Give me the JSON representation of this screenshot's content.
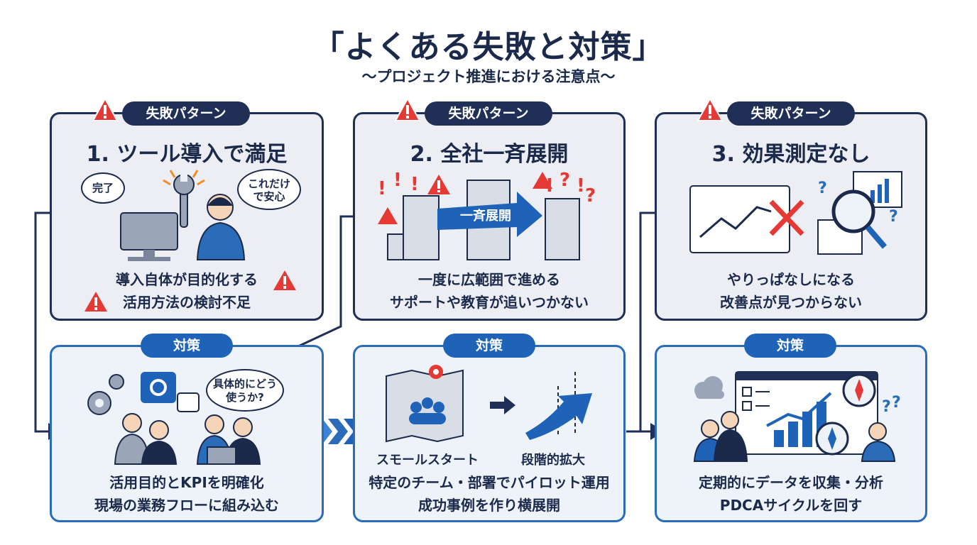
{
  "header": {
    "title": "「よくある失敗と対策」",
    "subtitle": "〜プロジェクト推進における注意点〜"
  },
  "colors": {
    "navy": "#1f2f55",
    "blue": "#1f63b8",
    "warning_red": "#e53935",
    "fail_bg": "#eceef3",
    "fix_bg": "#eef3fa"
  },
  "columns": [
    {
      "failure": {
        "badge": "失敗パターン",
        "title": "1. ツール導入で満足",
        "bubble_left": "完了",
        "bubble_right": "これだけで安心",
        "lines": [
          "導入自体が目的化する",
          "活用方法の検討不足"
        ]
      },
      "solution": {
        "badge": "対策",
        "bubble": "具体的にどう使うか?",
        "lines": [
          "活用目的とKPIを明確化",
          "現場の業務フローに組み込む"
        ]
      }
    },
    {
      "failure": {
        "badge": "失敗パターン",
        "title": "2. 全社一斉展開",
        "arrow_label": "一斉展開",
        "lines": [
          "一度に広範囲で進める",
          "サポートや教育が追いつかない"
        ]
      },
      "solution": {
        "badge": "対策",
        "label_left": "スモールスタート",
        "label_right": "段階的拡大",
        "lines": [
          "特定のチーム・部署でパイロット運用",
          "成功事例を作り横展開"
        ]
      }
    },
    {
      "failure": {
        "badge": "失敗パターン",
        "title": "3. 効果測定なし",
        "lines": [
          "やりっぱなしになる",
          "改善点が見つからない"
        ]
      },
      "solution": {
        "badge": "対策",
        "lines": [
          "定期的にデータを収集・分析",
          "PDCAサイクルを回す"
        ]
      }
    }
  ]
}
